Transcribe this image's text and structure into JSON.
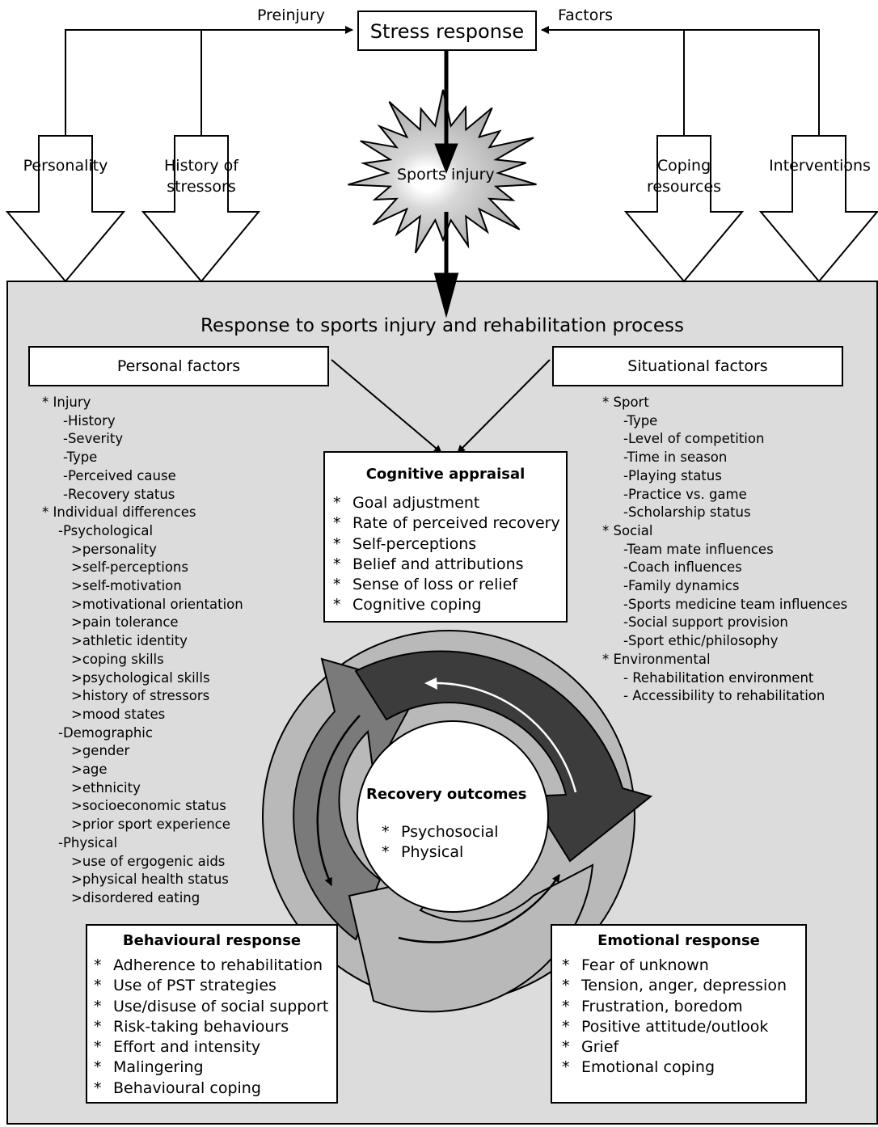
{
  "top": {
    "preinjury_label": "Preinjury",
    "factors_label": "Factors",
    "stress_response": "Stress response",
    "sports_injury": "Sports injury"
  },
  "arrows": {
    "personality": "Personality",
    "history_line1": "History of",
    "history_line2": "stressors",
    "coping_line1": "Coping",
    "coping_line2": "resources",
    "interventions": "Interventions"
  },
  "main": {
    "title": "Response to sports injury and rehabilitation process"
  },
  "personal": {
    "header": "Personal factors",
    "items": [
      "*  Injury",
      "-History",
      "-Severity",
      "-Type",
      "-Perceived cause",
      "-Recovery status",
      "*  Individual differences",
      "-Psychological",
      ">personality",
      ">self-perceptions",
      ">self-motivation",
      ">motivational orientation",
      ">pain tolerance",
      ">athletic identity",
      ">coping skills",
      ">psychological skills",
      ">history of stressors",
      ">mood states",
      "-Demographic",
      ">gender",
      ">age",
      ">ethnicity",
      ">socioeconomic status",
      ">prior sport experience",
      "-Physical",
      ">use of ergogenic aids",
      ">physical health status",
      ">disordered eating"
    ]
  },
  "situational": {
    "header": "Situational factors",
    "items": [
      "*  Sport",
      "-Type",
      "-Level of competition",
      "-Time in season",
      "-Playing status",
      "-Practice vs. game",
      "-Scholarship status",
      "*  Social",
      "-Team mate influences",
      "-Coach influences",
      "-Family dynamics",
      "-Sports medicine team influences",
      "-Social support provision",
      "-Sport ethic/philosophy",
      "*  Environmental",
      "- Rehabilitation environment",
      "- Accessibility to rehabilitation"
    ]
  },
  "cognitive": {
    "title": "Cognitive appraisal",
    "items": [
      "Goal adjustment",
      "Rate of perceived recovery",
      "Self-perceptions",
      "Belief and attributions",
      "Sense of loss or relief",
      "Cognitive coping"
    ]
  },
  "recovery": {
    "title": "Recovery outcomes",
    "items": [
      "Psychosocial",
      "Physical"
    ]
  },
  "behavioural": {
    "title": "Behavioural response",
    "items": [
      "Adherence to rehabilitation",
      "Use of PST strategies",
      "Use/disuse of social support",
      "Risk-taking behaviours",
      "Effort and intensity",
      "Malingering",
      "Behavioural coping"
    ]
  },
  "emotional": {
    "title": "Emotional response",
    "items": [
      "Fear of unknown",
      "Tension, anger, depression",
      "Frustration, boredom",
      "Positive attitude/outlook",
      "Grief",
      "Emotional coping"
    ]
  },
  "colors": {
    "panel": "#dcdcdc",
    "cycle_dark": "#3c3c3c",
    "cycle_mid": "#7a7a7a",
    "cycle_light": "#b9b9b9",
    "burst": "#b8b8b8"
  }
}
